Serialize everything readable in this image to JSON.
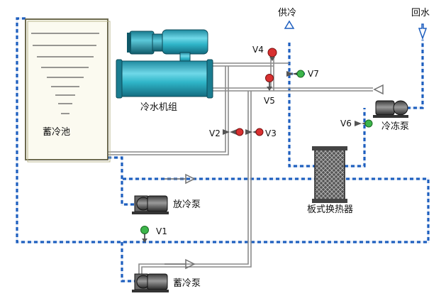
{
  "labels": {
    "tank": "蓄冷池",
    "chiller": "冷水机组",
    "supply": "供冷",
    "return": "回水",
    "freeze_pump": "冷冻泵",
    "release_pump": "放冷泵",
    "storage_pump": "蓄冷泵",
    "heat_exchanger": "板式换热器"
  },
  "valves": {
    "v1": "V1",
    "v2": "V2",
    "v3": "V3",
    "v4": "V4",
    "v5": "V5",
    "v6": "V6",
    "v7": "V7"
  },
  "colors": {
    "pipe_blue": "#1e5fbf",
    "valve_red": "#d83030",
    "valve_green": "#3cb54a",
    "chiller_cyan": "#2fb5c8",
    "tank_fill": "#fbfaf0"
  }
}
